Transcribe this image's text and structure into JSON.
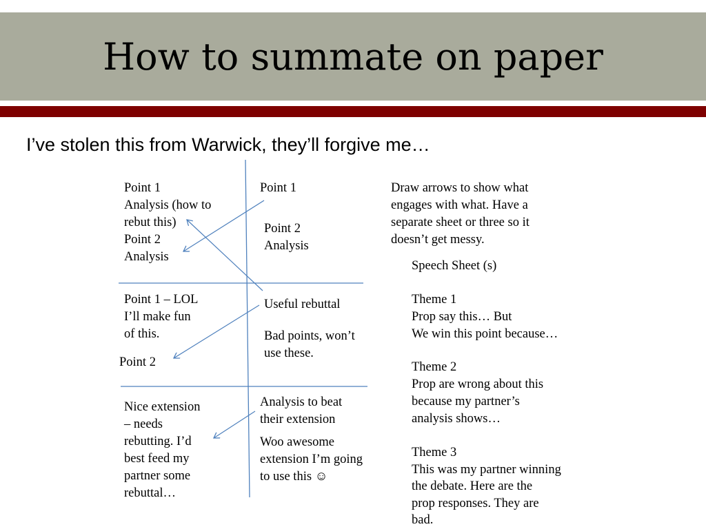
{
  "slide": {
    "title": "How to summate on paper",
    "subtitle": "I’ve stolen this from Warwick, they’ll forgive me…"
  },
  "flow": {
    "left": [
      {
        "lines": [
          "Point 1",
          "Analysis (how to",
          "rebut this)",
          "Point 2",
          "Analysis"
        ]
      },
      {
        "lines": [
          "Point 1 – LOL",
          "I’ll make fun",
          "of this."
        ]
      },
      {
        "lines": [
          "Point 2"
        ]
      },
      {
        "lines": [
          "Nice extension",
          "– needs",
          "rebutting. I’d",
          "best feed my",
          "partner some",
          "rebuttal…"
        ]
      }
    ],
    "right": [
      {
        "lines": [
          "Point 1"
        ]
      },
      {
        "lines": [
          "Point 2",
          "Analysis"
        ]
      },
      {
        "lines": [
          "Useful rebuttal"
        ]
      },
      {
        "lines": [
          "Bad points, won’t",
          "use these."
        ]
      },
      {
        "lines": [
          "Analysis to beat",
          "their extension"
        ]
      },
      {
        "lines": [
          "Woo awesome",
          "extension I’m going",
          "to use this ☺"
        ]
      }
    ]
  },
  "instructions": {
    "lines": [
      "Draw arrows to show what",
      "engages with what. Have a",
      "separate sheet or three so it",
      "doesn’t get messy."
    ]
  },
  "speech_sheet": {
    "heading": "Speech Sheet (s)",
    "themes": [
      {
        "lines": [
          "Theme 1",
          "Prop say this… But",
          "We win this point because…"
        ]
      },
      {
        "lines": [
          "Theme 2",
          "Prop are wrong about this",
          "because my partner’s",
          "analysis shows…"
        ]
      },
      {
        "lines": [
          "Theme 3",
          "This was my partner winning",
          "the debate. Here are the",
          "prop responses. They are",
          "bad."
        ]
      }
    ]
  },
  "colors": {
    "title_bar": "#a9ab9c",
    "stripe": "#7e0000",
    "arrow": "#4f81bd"
  }
}
